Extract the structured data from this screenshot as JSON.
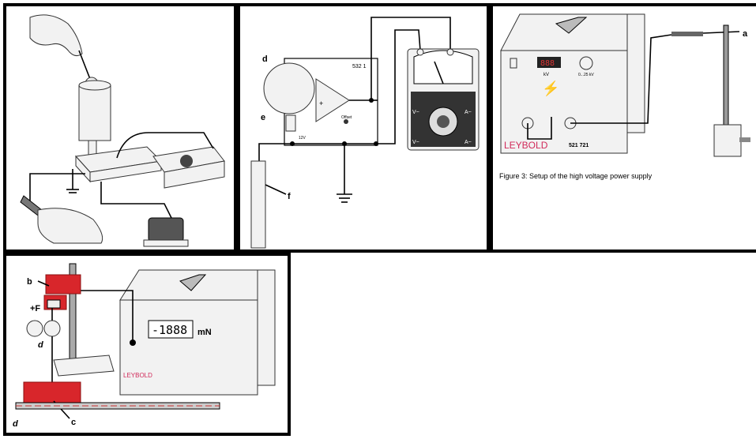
{
  "panel1": {},
  "panel2": {
    "label_d": "d",
    "label_e": "e",
    "label_f": "f",
    "device_code": "532 1",
    "offset_label": "Offset",
    "volt_label": "12V",
    "meter_left_label": "V~",
    "meter_right_label": "A~",
    "meter_left_label2": "V~",
    "meter_right_label2": "A~"
  },
  "panel3": {
    "label_a": "a",
    "display_value": "888",
    "unit_kv": "kV",
    "range_label": "0...25 kV",
    "brand": "LEYBOLD",
    "model": "521 721",
    "caption": "Figure 3: Setup of the high voltage power supply"
  },
  "panel4": {
    "label_b": "b",
    "label_c": "c",
    "label_d": "d",
    "label_d2": "d",
    "label_force": "+F",
    "display_value": "-1888",
    "unit": "mN",
    "brand": "LEYBOLD"
  },
  "colors": {
    "red": "#d8262b",
    "brand": "#d12a5a",
    "line": "#000000"
  }
}
